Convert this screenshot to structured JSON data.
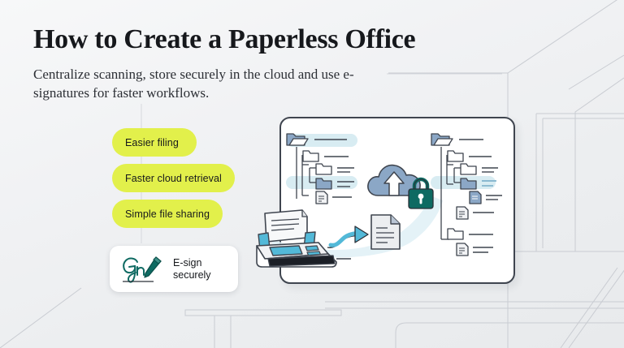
{
  "page": {
    "title": "How to Create a Paperless Office",
    "subtitle": "Centralize scanning, store securely in the cloud and use e-signatures for faster workflows."
  },
  "benefits": [
    {
      "label": "Easier filing"
    },
    {
      "label": "Faster cloud retrieval"
    },
    {
      "label": "Simple file sharing"
    }
  ],
  "esign_card": {
    "line1": "E-sign",
    "line2": "securely",
    "signature_icon": "handwritten-signature-icon",
    "pen_icon": "pen-icon"
  },
  "illustration": {
    "panel_name": "paperless-workflow-diagram",
    "scanner_icon": "document-scanner-icon",
    "document_icon": "scanned-document-icon",
    "arrow_icon": "curved-arrow-icon",
    "cloud_icon": "cloud-upload-icon",
    "lock_icon": "padlock-icon",
    "left_tree_name": "source-folder-tree",
    "right_tree_name": "cloud-folder-tree",
    "left_tree_items": [
      {
        "type": "folder-open",
        "tone": "blue",
        "highlighted": true
      },
      {
        "type": "folder",
        "tone": "white",
        "highlighted": false
      },
      {
        "type": "folder",
        "tone": "white",
        "highlighted": false
      },
      {
        "type": "folder",
        "tone": "blue",
        "highlighted": true
      },
      {
        "type": "file",
        "tone": "white",
        "highlighted": false
      }
    ],
    "right_tree_items": [
      {
        "type": "folder-open",
        "tone": "blue",
        "highlighted": false
      },
      {
        "type": "folder",
        "tone": "white",
        "highlighted": false
      },
      {
        "type": "folder",
        "tone": "white",
        "highlighted": false
      },
      {
        "type": "folder",
        "tone": "blue",
        "highlighted": true
      },
      {
        "type": "file",
        "tone": "blue",
        "highlighted": false
      },
      {
        "type": "file",
        "tone": "white",
        "highlighted": false
      },
      {
        "type": "folder",
        "tone": "white",
        "highlighted": false
      },
      {
        "type": "file",
        "tone": "white",
        "highlighted": false
      }
    ]
  },
  "background": {
    "scene_name": "office-room-line-art"
  },
  "colors": {
    "accent_pill": "#e2f04b",
    "text_dark": "#16181c",
    "cloud_blue": "#8ba7c6",
    "lock_teal": "#0e6a62",
    "scanner_cyan": "#53b9d8",
    "folder_blue": "#8ba7c6",
    "highlight_band": "#d8ecf2",
    "panel_border": "#3f454f",
    "page_bg": "#eff1f3",
    "signature_teal": "#0e6a62"
  }
}
